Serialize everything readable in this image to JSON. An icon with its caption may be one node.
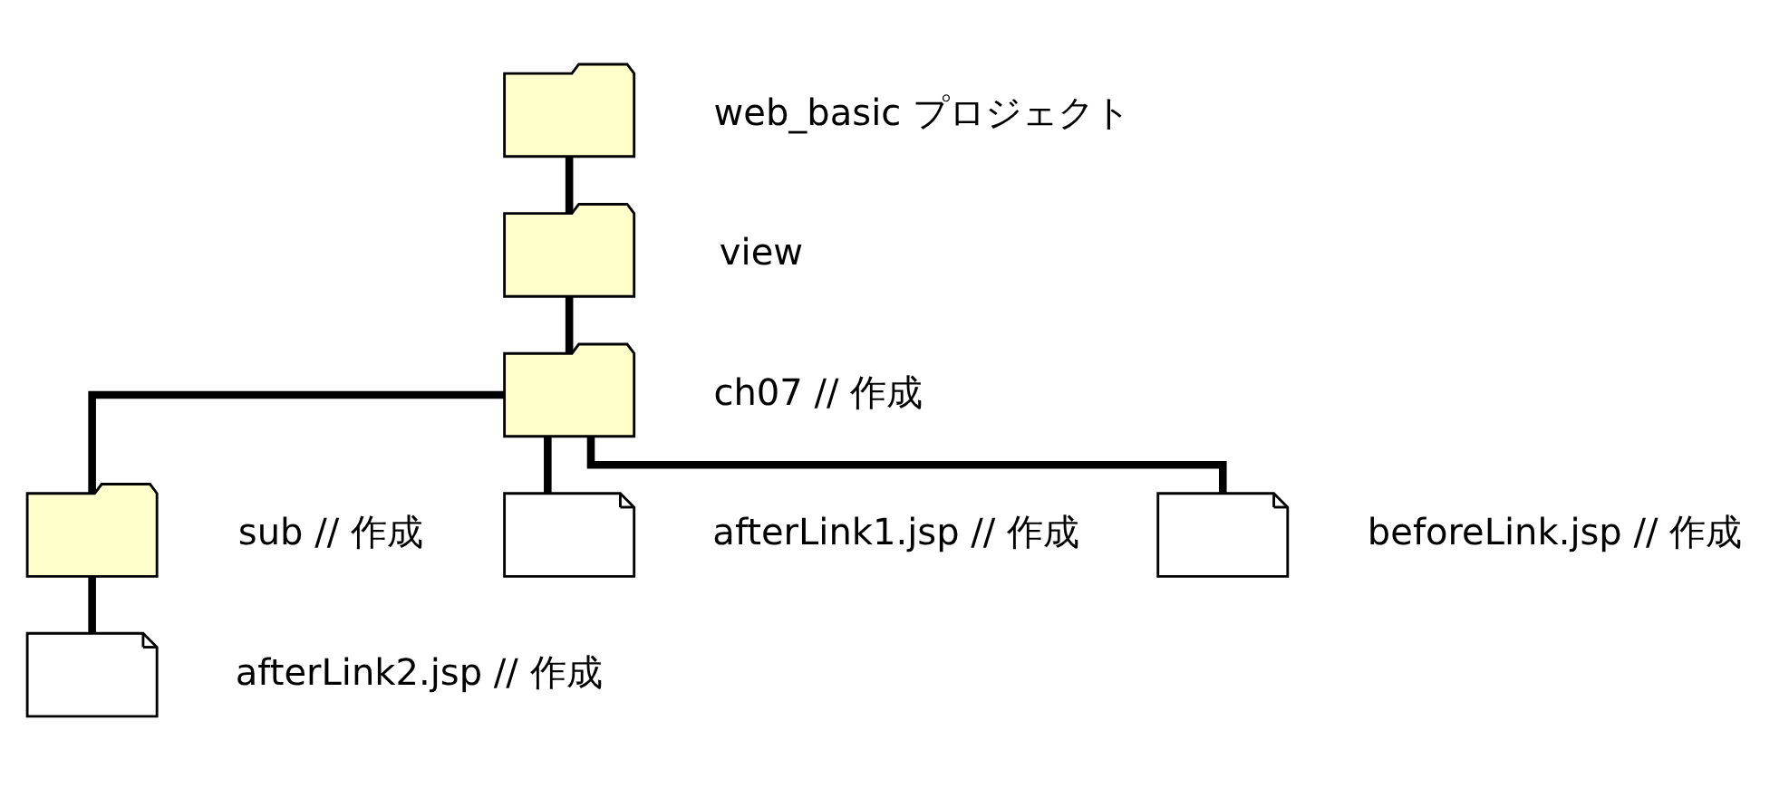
{
  "diagram": {
    "nodes": [
      {
        "text": [],
        "shape": "folder",
        "beside": [
          "web_basic プロジェクト"
        ]
      },
      {
        "text": [],
        "shape": "folder",
        "beside": [
          "view"
        ]
      },
      {
        "text": [],
        "shape": "folder",
        "beside": [
          "ch07 // 作成"
        ]
      },
      {
        "text": [],
        "shape": "folder",
        "beside": [
          "sub // 作成"
        ]
      },
      {
        "text": [],
        "shape": "document",
        "beside": [
          "afterLink2.jsp // 作成"
        ]
      },
      {
        "text": [],
        "shape": "document",
        "beside": [
          "afterLink1.jsp // 作成"
        ]
      },
      {
        "text": [],
        "shape": "document",
        "beside": [
          "beforeLink.jsp // 作成"
        ]
      }
    ],
    "edges": [
      {
        "from": 0,
        "to": 1,
        "arrow": "none"
      },
      {
        "from": 1,
        "to": 2,
        "arrow": "none"
      },
      {
        "from": 2,
        "to": 3,
        "arrow": "none"
      },
      {
        "from": 3,
        "to": 4,
        "arrow": "none"
      },
      {
        "from": 2,
        "to": 5,
        "arrow": "none"
      },
      {
        "from": 2,
        "to": 6,
        "arrow": "none"
      }
    ]
  }
}
